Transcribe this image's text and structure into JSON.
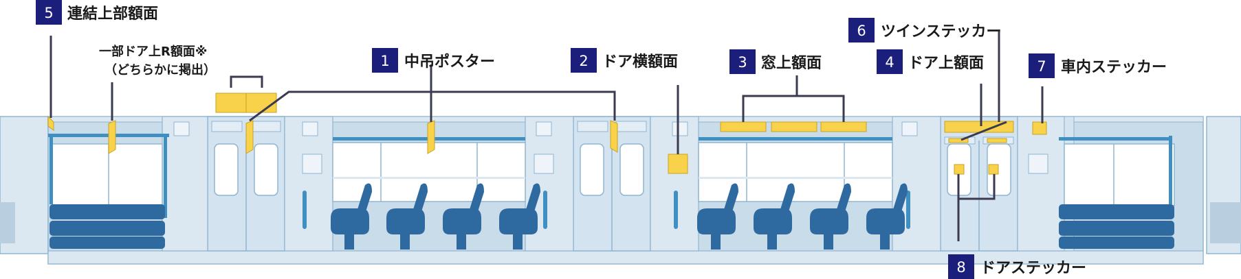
{
  "colors": {
    "car_fill": "#c9dcea",
    "panel_fill": "#dbe8f2",
    "window_fill": "#ffffff",
    "frame_stroke": "#8fb5d1",
    "rail": "#3f8fc0",
    "seat": "#2e6aa0",
    "ad_fill": "#f7d24a",
    "ad_stroke": "#c9a320",
    "leader": "#3a3a50",
    "badge": "#1b1e7a"
  },
  "labels": [
    {
      "number": "5",
      "text": "連結上部額面"
    },
    {
      "number": "1",
      "text": "中吊ポスター"
    },
    {
      "number": "2",
      "text": "ドア横額面"
    },
    {
      "number": "3",
      "text": "窓上額面"
    },
    {
      "number": "6",
      "text": "ツインステッカー"
    },
    {
      "number": "4",
      "text": "ドア上額面"
    },
    {
      "number": "7",
      "text": "車内ステッカー"
    },
    {
      "number": "8",
      "text": "ドアステッカー"
    }
  ],
  "note": {
    "line1": "一部ドア上R額面※",
    "line2": "（どちらかに掲出）"
  }
}
